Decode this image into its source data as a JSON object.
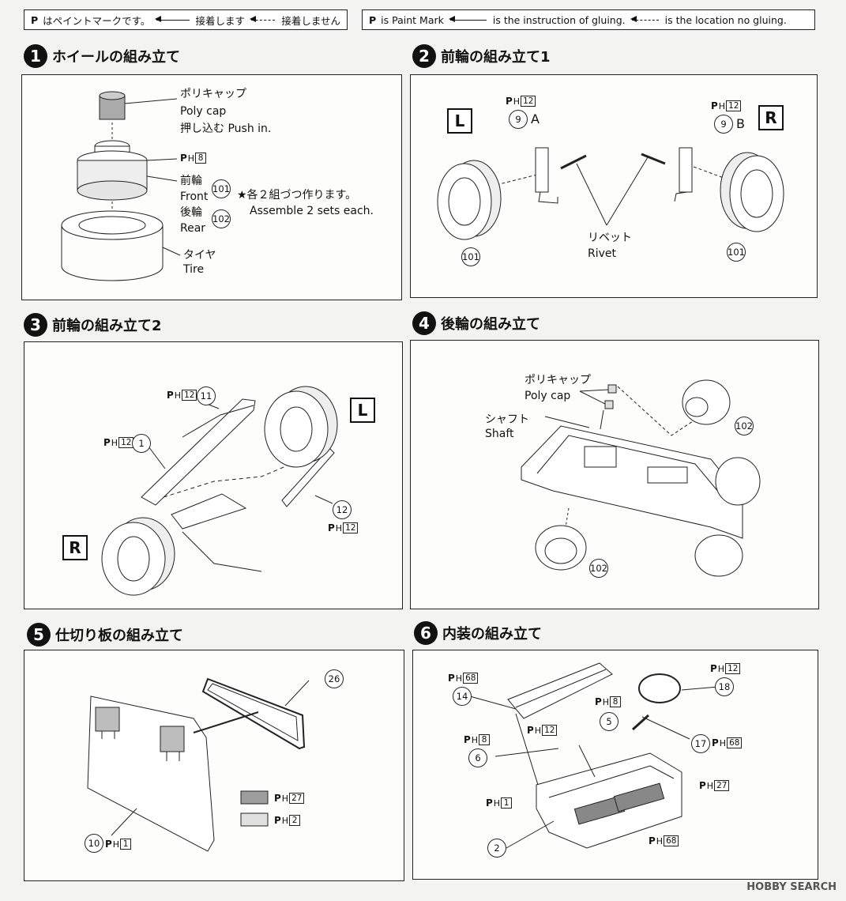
{
  "legend_jp": {
    "paint": "はペイントマークです。",
    "glue": "接着します",
    "noglue": "接着しません"
  },
  "legend_en": {
    "paint": "is Paint Mark",
    "glue": "is the instruction of gluing.",
    "noglue": "is the location no gluing."
  },
  "paint_symbol": "P",
  "ph_letter": "H",
  "steps": [
    {
      "num": "1",
      "title": "ホイールの組み立て"
    },
    {
      "num": "2",
      "title": "前輪の組み立て1"
    },
    {
      "num": "3",
      "title": "前輪の組み立て2"
    },
    {
      "num": "4",
      "title": "後輪の組み立て"
    },
    {
      "num": "5",
      "title": "仕切り板の組み立て"
    },
    {
      "num": "6",
      "title": "内装の組み立て"
    }
  ],
  "step1": {
    "polycap_jp": "ポリキャップ",
    "polycap_en": "Poly cap",
    "push": "押し込む Push in.",
    "ph": "8",
    "front_jp": "前輪",
    "front_en": "Front",
    "front_part": "101",
    "rear_jp": "後輪",
    "rear_en": "Rear",
    "rear_part": "102",
    "note_jp": "★各２組づつ作ります。",
    "note_en": "Assemble 2 sets each.",
    "tire_jp": "タイヤ",
    "tire_en": "Tire"
  },
  "step2": {
    "left": "L",
    "right": "R",
    "ph_a": "12",
    "part_a": "9",
    "a": "A",
    "ph_b": "12",
    "part_b": "9",
    "b": "B",
    "rivet_jp": "リベット",
    "rivet_en": "Rivet",
    "wheel_part": "101"
  },
  "step3": {
    "ph_11": "12",
    "part_11": "11",
    "ph_1": "12",
    "part_1": "1",
    "part_12": "12",
    "ph_12": "12",
    "left": "L",
    "right": "R"
  },
  "step4": {
    "polycap_jp": "ポリキャップ",
    "polycap_en": "Poly cap",
    "shaft_jp": "シャフト",
    "shaft_en": "Shaft",
    "wheel_part": "102"
  },
  "step5": {
    "part_26": "26",
    "part_10": "10",
    "ph_10": "1",
    "swatch_dark": "27",
    "swatch_light": "2"
  },
  "step6": {
    "ph_14": "68",
    "part_14": "14",
    "ph_5": "8",
    "part_5": "5",
    "ph_12": "12",
    "ph_6": "8",
    "part_6": "6",
    "ph_18": "12",
    "part_18": "18",
    "part_17": "17",
    "ph_17": "68",
    "ph_1": "1",
    "ph_27": "27",
    "part_2": "2",
    "ph_68b": "68"
  },
  "watermark": "HOBBY SEARCH"
}
